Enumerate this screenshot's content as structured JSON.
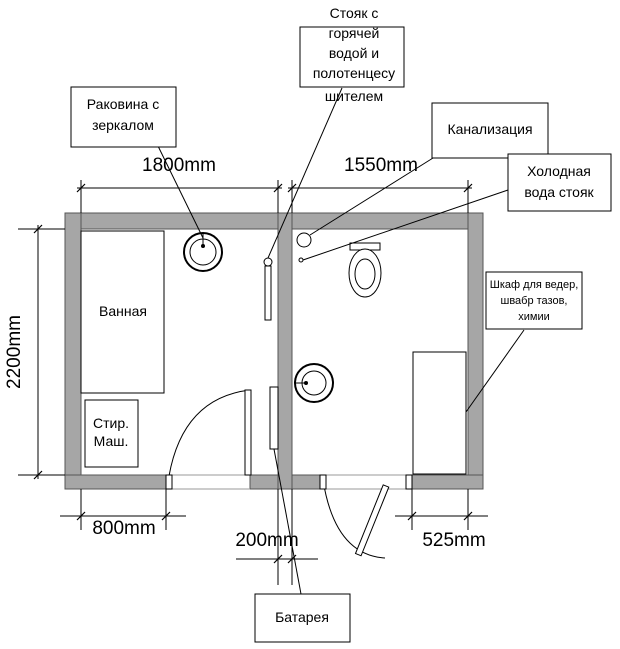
{
  "dimensions": {
    "left_width": "1800mm",
    "right_width": "1550mm",
    "height": "2200mm",
    "left_door_offset": "800mm",
    "partition": "200mm",
    "right_door_offset": "525mm"
  },
  "callouts": {
    "hot_riser": [
      "Стояк с",
      "горячей",
      "водой и",
      "полотенцесу",
      "шителем"
    ],
    "sink_mirror": [
      "Раковина с",
      "зеркалом"
    ],
    "sewer": "Канализация",
    "cold_riser": [
      "Холодная",
      "вода стояк"
    ],
    "cabinet": [
      "Шкаф для ведер,",
      "швабр тазов,",
      "химии"
    ],
    "radiator": "Батарея"
  },
  "fixtures": {
    "bathtub": "Ванная",
    "washer": [
      "Стир.",
      "Маш."
    ]
  },
  "colors": {
    "wall_fill": "#a6a6a6",
    "line": "#000000",
    "background": "#ffffff"
  }
}
